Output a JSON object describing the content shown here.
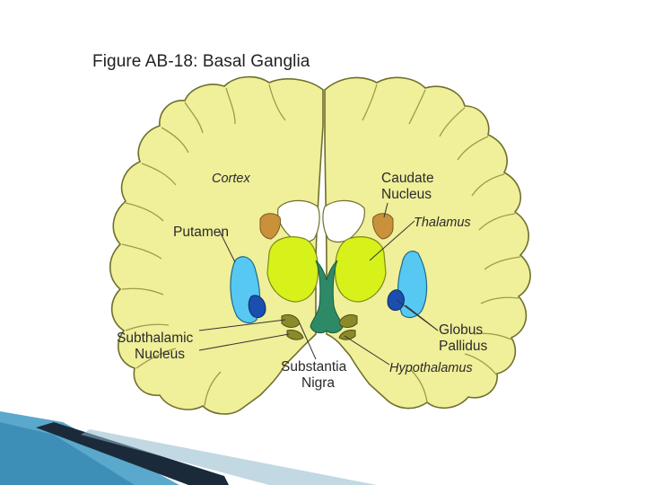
{
  "figure": {
    "title": "Figure AB-18: Basal Ganglia"
  },
  "labels": {
    "cortex": "Cortex",
    "caudate_1": "Caudate",
    "caudate_2": "Nucleus",
    "thalamus": "Thalamus",
    "putamen": "Putamen",
    "globus_1": "Globus",
    "globus_2": "Pallidus",
    "subthalamic_1": "Subthalamic",
    "subthalamic_2": "Nucleus",
    "substantia_1": "Substantia",
    "substantia_2": "Nigra",
    "hypothalamus": "Hypothalamus"
  },
  "colors": {
    "cortex_fill": "#f0ef9a",
    "cortex_outline": "#6f6f2e",
    "white_matter": "#ffffff",
    "caudate": "#c9913a",
    "thalamus": "#d6f21a",
    "putamen": "#56c8f2",
    "globus_pallidus": "#1a4fb0",
    "substantia_nigra": "#8a8a2a",
    "hypothalamus": "#2e8a66",
    "decoration": "#1b2a3a"
  }
}
